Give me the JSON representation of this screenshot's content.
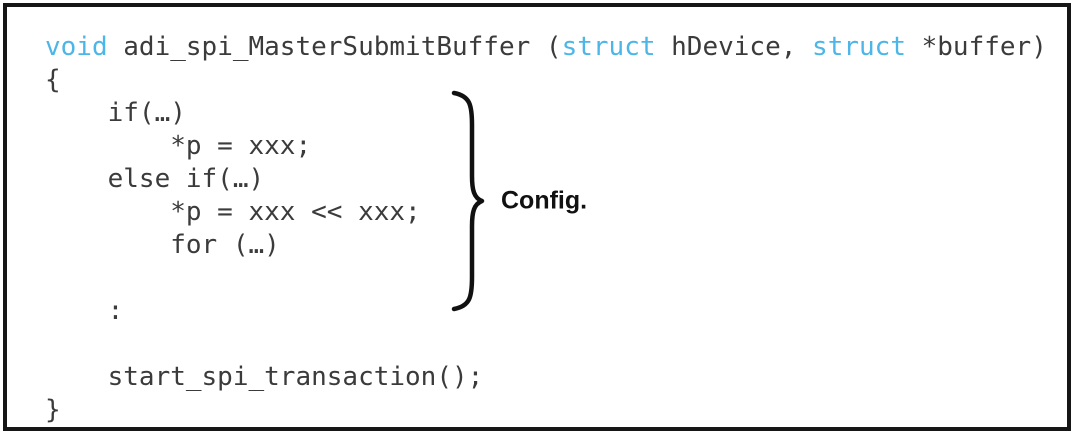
{
  "panel": {
    "background": "#ffffff",
    "border_color": "#161616"
  },
  "code": {
    "text_color": "#3b3b3b",
    "keyword_color": "#4cb6e8",
    "lines": [
      {
        "segments": [
          {
            "t": "void",
            "k": true
          },
          {
            "t": " adi_spi_MasterSubmitBuffer (",
            "k": false
          },
          {
            "t": "struct",
            "k": true
          },
          {
            "t": " hDevice, ",
            "k": false
          },
          {
            "t": "struct",
            "k": true
          },
          {
            "t": " *buffer)",
            "k": false
          }
        ]
      },
      {
        "segments": [
          {
            "t": "{",
            "k": false
          }
        ]
      },
      {
        "segments": [
          {
            "t": "    if(…)",
            "k": false
          }
        ]
      },
      {
        "segments": [
          {
            "t": "        *p = xxx;",
            "k": false
          }
        ]
      },
      {
        "segments": [
          {
            "t": "    else if(…)",
            "k": false
          }
        ]
      },
      {
        "segments": [
          {
            "t": "        *p = xxx << xxx;",
            "k": false
          }
        ]
      },
      {
        "segments": [
          {
            "t": "        for (…)",
            "k": false
          }
        ]
      },
      {
        "segments": [
          {
            "t": "",
            "k": false
          }
        ]
      },
      {
        "segments": [
          {
            "t": "    :",
            "k": false
          }
        ]
      },
      {
        "segments": [
          {
            "t": "",
            "k": false
          }
        ]
      },
      {
        "segments": [
          {
            "t": "    start_spi_transaction();",
            "k": false
          }
        ]
      },
      {
        "segments": [
          {
            "t": "}",
            "k": false
          }
        ]
      }
    ]
  },
  "annotation": {
    "label": "Config.",
    "brace_glyph": "right-curly-brace",
    "color": "#111111"
  }
}
